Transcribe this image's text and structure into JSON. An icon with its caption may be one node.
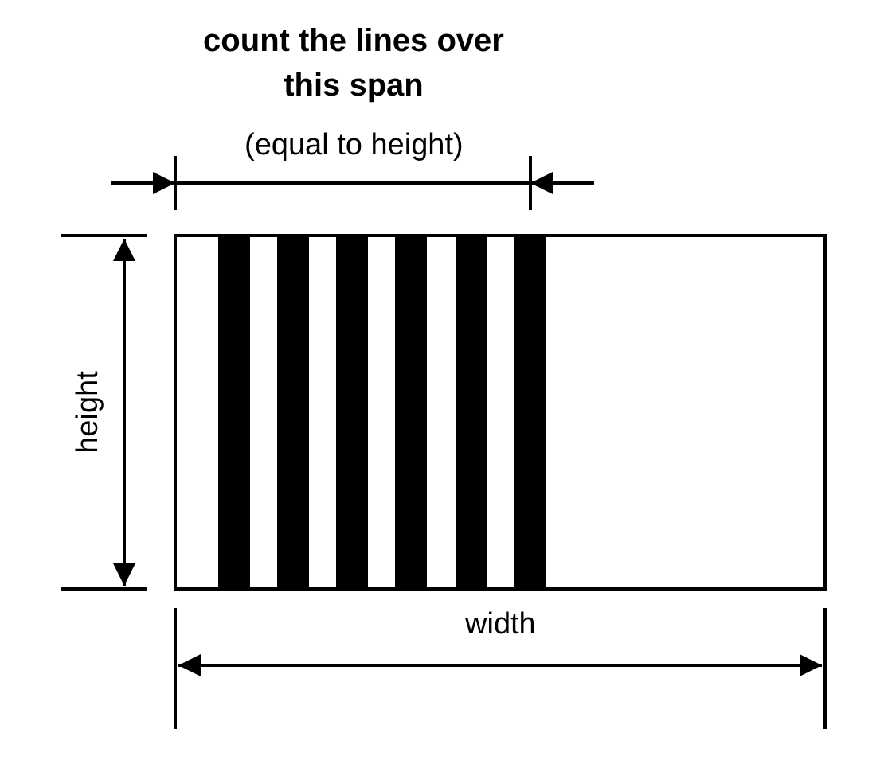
{
  "diagram": {
    "labels": [
      "count the lines over this span",
      "(equal to height)",
      "height",
      "width"
    ]
  }
}
